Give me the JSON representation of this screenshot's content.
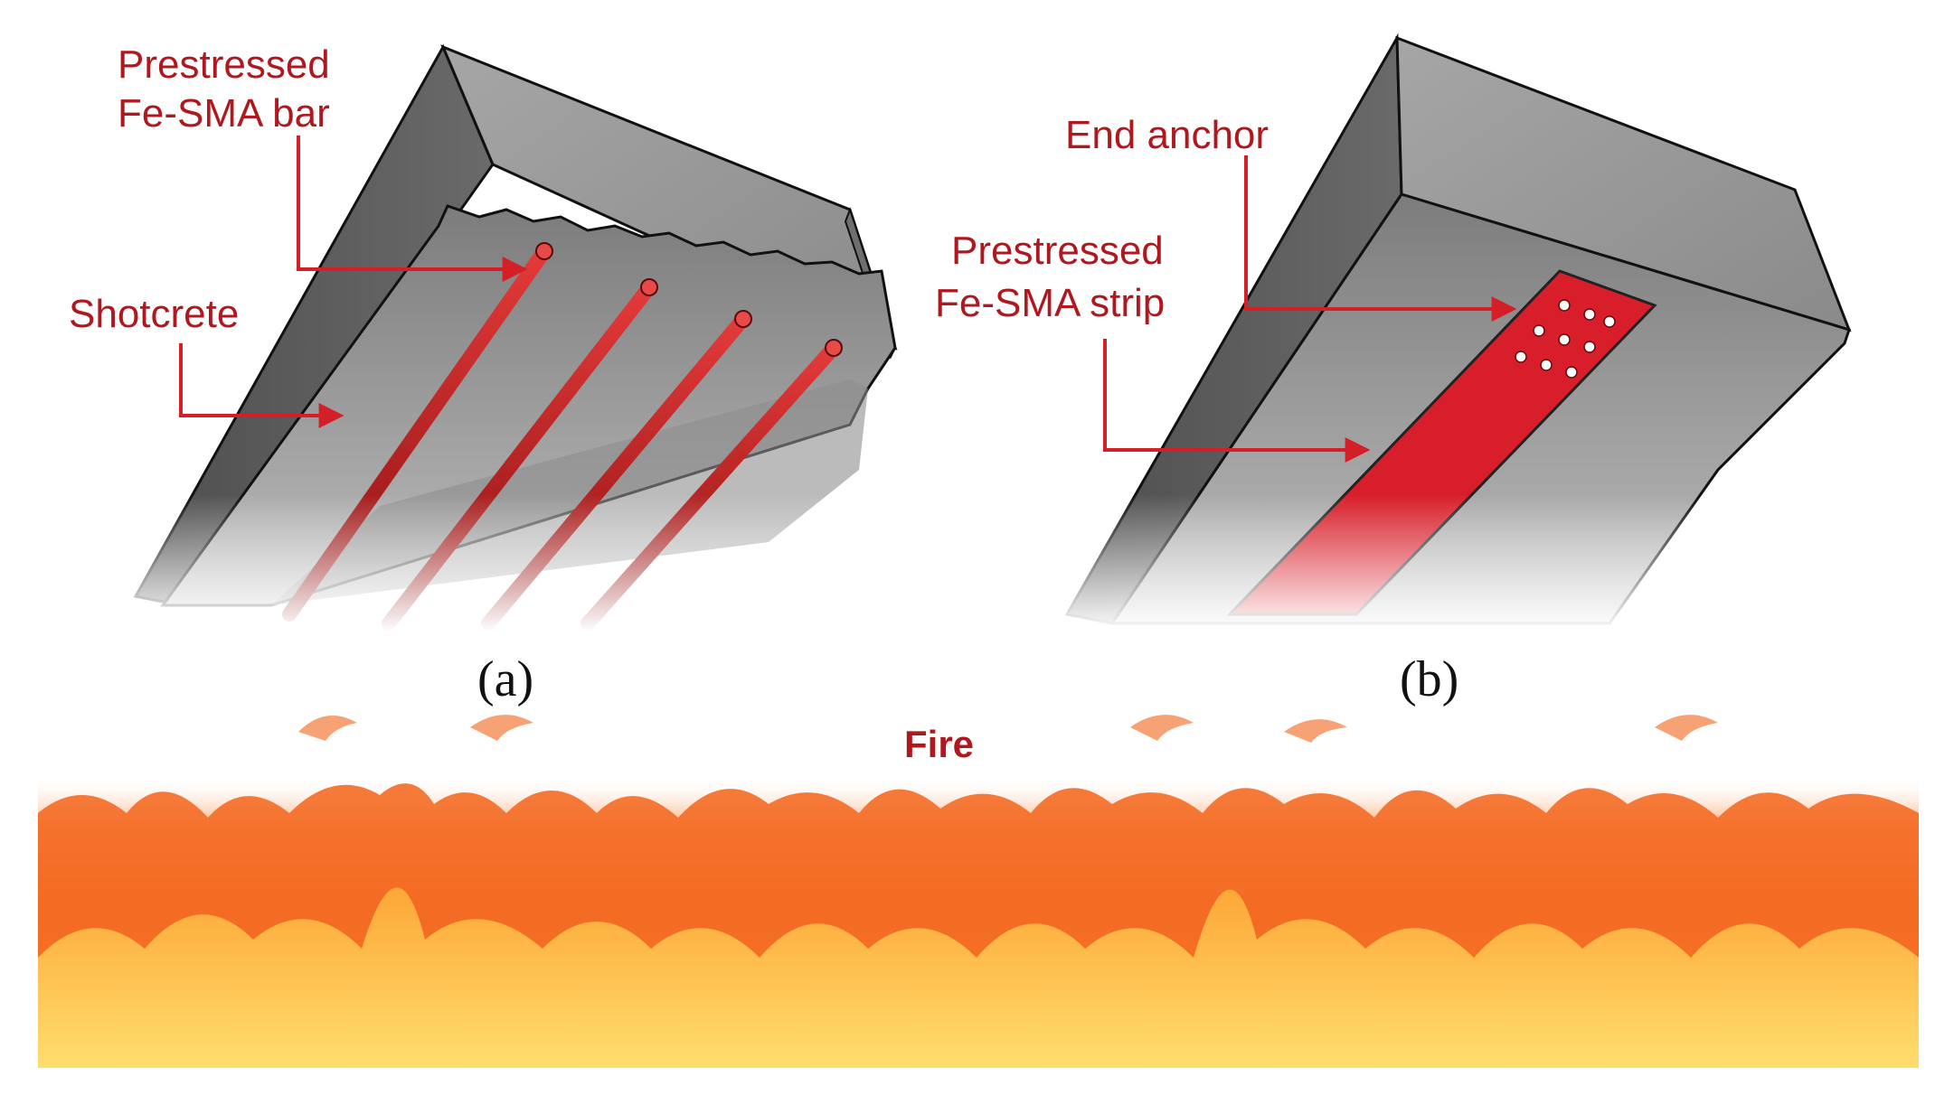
{
  "panel_a": {
    "label_bar_line1": "Prestressed",
    "label_bar_line2": "Fe-SMA bar",
    "label_shotcrete": "Shotcrete",
    "caption": "(a)"
  },
  "panel_b": {
    "label_anchor": "End anchor",
    "label_strip_line1": "Prestressed",
    "label_strip_line2": "Fe-SMA strip",
    "caption": "(b)"
  },
  "fire": {
    "title": "Fire"
  },
  "colors": {
    "label_red": "#b01820",
    "steel_red": "#d81e2a",
    "concrete": "#9a9a9a",
    "fire_orange": "#f26a1b",
    "fire_yellow": "#ffd23a"
  }
}
